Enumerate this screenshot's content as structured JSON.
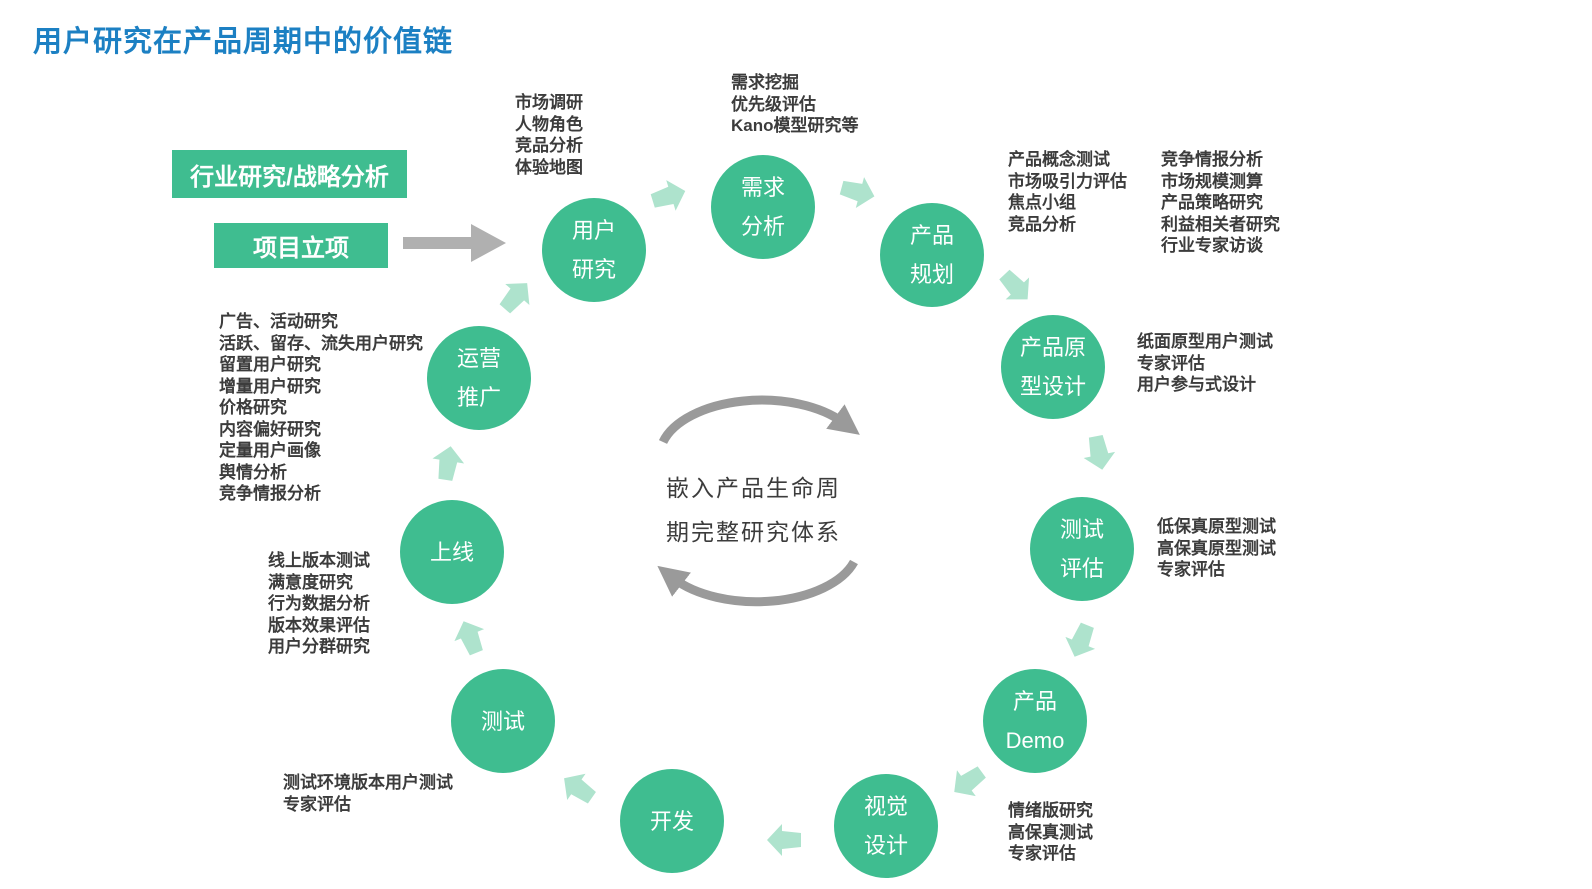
{
  "title": "用户研究在产品周期中的价值链",
  "colors": {
    "title_blue": "#1C80C3",
    "stage_green": "#3FBD90",
    "arrow_light_green": "#AEE3CD",
    "flow_arrow_gray": "#B0B0B0",
    "cycle_arc_gray": "#9A9A9A",
    "annotation_text": "#3C3C3C"
  },
  "pre_stages": [
    {
      "label": "行业研究/战略分析"
    },
    {
      "label": "项目立项"
    }
  ],
  "center": {
    "line1": "嵌入产品生命周",
    "line2": "期完整研究体系"
  },
  "stages": [
    {
      "id": "user-research",
      "line1": "用户",
      "line2": "研究"
    },
    {
      "id": "requirement-analysis",
      "line1": "需求",
      "line2": "分析"
    },
    {
      "id": "product-planning",
      "line1": "产品",
      "line2": "规划"
    },
    {
      "id": "prototype-design",
      "line1": "产品原",
      "line2": "型设计"
    },
    {
      "id": "test-evaluation",
      "line1": "测试",
      "line2": "评估"
    },
    {
      "id": "product-demo",
      "line1": "产品",
      "line2": "Demo"
    },
    {
      "id": "visual-design",
      "line1": "视觉",
      "line2": "设计"
    },
    {
      "id": "development",
      "line1": "开发",
      "line2": ""
    },
    {
      "id": "testing",
      "line1": "测试",
      "line2": ""
    },
    {
      "id": "launch",
      "line1": "上线",
      "line2": ""
    },
    {
      "id": "operations",
      "line1": "运营",
      "line2": "推广"
    }
  ],
  "annotations": {
    "user_research": {
      "lines": [
        "市场调研",
        "人物角色",
        "竞品分析",
        "体验地图"
      ]
    },
    "requirement_analysis": {
      "lines": [
        "需求挖掘",
        "优先级评估",
        "Kano模型研究等"
      ]
    },
    "product_planning_col1": {
      "lines": [
        "产品概念测试",
        "市场吸引力评估",
        "焦点小组",
        "竞品分析"
      ]
    },
    "product_planning_col2": {
      "lines": [
        "竞争情报分析",
        "市场规模测算",
        "产品策略研究",
        "利益相关者研究",
        "行业专家访谈"
      ]
    },
    "prototype_design": {
      "lines": [
        "纸面原型用户测试",
        "专家评估",
        "用户参与式设计"
      ]
    },
    "test_evaluation": {
      "lines": [
        "低保真原型测试",
        "高保真原型测试",
        "专家评估"
      ]
    },
    "product_demo": {
      "lines": [
        "情绪版研究",
        "高保真测试",
        "专家评估"
      ]
    },
    "testing": {
      "lines": [
        "测试环境版本用户测试",
        "专家评估"
      ]
    },
    "launch": {
      "lines": [
        "线上版本测试",
        "满意度研究",
        "行为数据分析",
        "版本效果评估",
        "用户分群研究"
      ]
    },
    "operations": {
      "lines": [
        "广告、活动研究",
        "活跃、留存、流失用户研究",
        "留置用户研究",
        "增量用户研究",
        "价格研究",
        "内容偏好研究",
        "定量用户画像",
        "舆情分析",
        "竞争情报分析"
      ]
    }
  }
}
